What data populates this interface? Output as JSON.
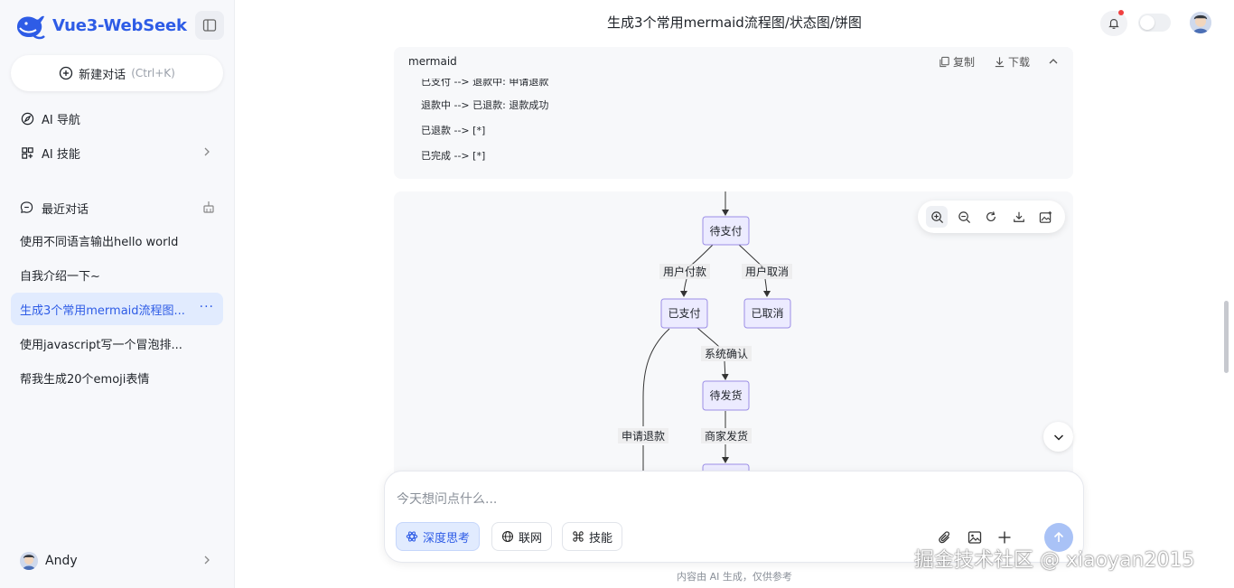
{
  "sidebar": {
    "brand": "Vue3-WebSeek",
    "new_chat": {
      "label": "新建对话",
      "shortcut": "(Ctrl+K)"
    },
    "nav": [
      {
        "label": "AI 导航",
        "icon": "compass-icon"
      },
      {
        "label": "AI 技能",
        "icon": "grid-icon"
      }
    ],
    "history_title": "最近对话",
    "history": [
      "使用不同语言输出hello world",
      "自我介绍一下~",
      "生成3个常用mermaid流程图...",
      "使用javascript写一个冒泡排...",
      "帮我生成20个emoji表情"
    ],
    "active_index": 2,
    "user": "Andy"
  },
  "header": {
    "title": "生成3个常用mermaid流程图/状态图/饼图"
  },
  "code_block": {
    "lang": "mermaid",
    "copy": "复制",
    "download": "下载",
    "lines": [
      "已支付 --> 退款中: 申请退款",
      "退款中 --> 已退款: 退款成功",
      "已退款 --> [*]",
      "已完成 --> [*]"
    ]
  },
  "diagram": {
    "nodes": {
      "pending_pay": "待支付",
      "paid": "已支付",
      "cancelled": "已取消",
      "pending_ship": "待发货"
    },
    "edges": {
      "user_pay": "用户付款",
      "user_cancel": "用户取消",
      "sys_confirm": "系统确认",
      "refund_request": "申请退款",
      "merchant_ship": "商家发货"
    }
  },
  "input": {
    "placeholder": "今天想问点什么...",
    "chips": [
      "深度思考",
      "联网",
      "技能"
    ]
  },
  "footer": "内容由 AI 生成，仅供参考",
  "watermark": "掘金技术社区 @ xiaoyan2015",
  "colors": {
    "accent": "#2e5ce6",
    "node_fill": "#ecebff",
    "node_stroke": "#9b8ee6"
  }
}
